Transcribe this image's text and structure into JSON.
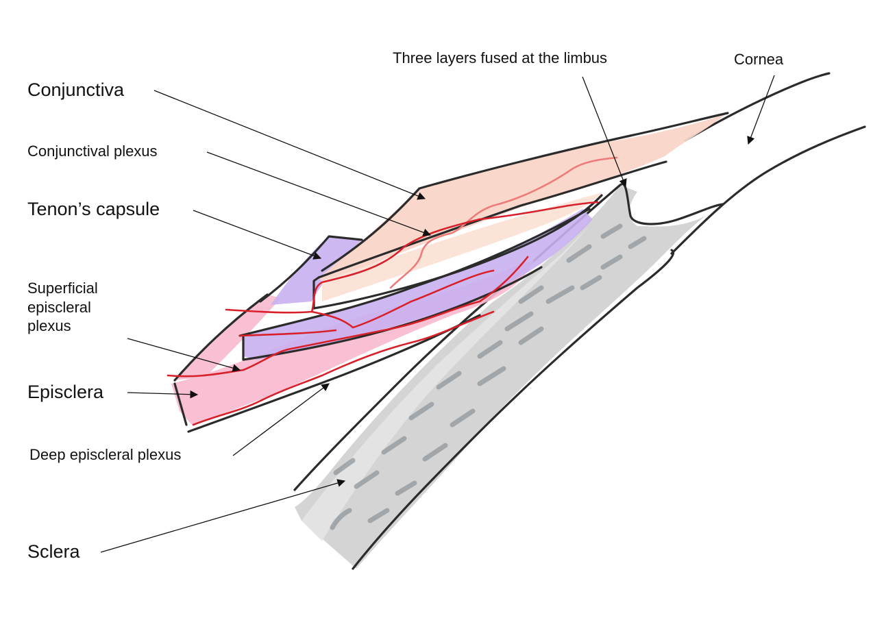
{
  "labels": {
    "conjunctiva": "Conjunctiva",
    "conjunctival_plexus": "Conjunctival plexus",
    "tenons_capsule": "Tenon’s capsule",
    "superficial_episcleral_plexus": "Superficial\nepiscleral\nplexus",
    "episclera": "Episclera",
    "deep_episcleral_plexus": "Deep episcleral plexus",
    "sclera": "Sclera",
    "three_layers_limbus": "Three layers fused at the limbus",
    "cornea": "Cornea"
  },
  "colors": {
    "conjunctiva": "#f8d3c6",
    "tenons_capsule": "#cbb3f0",
    "episclera": "#f6b7cc",
    "sclera": "#c9c9c9",
    "vessels": "#d8202a",
    "outline": "#2b2b2b"
  }
}
